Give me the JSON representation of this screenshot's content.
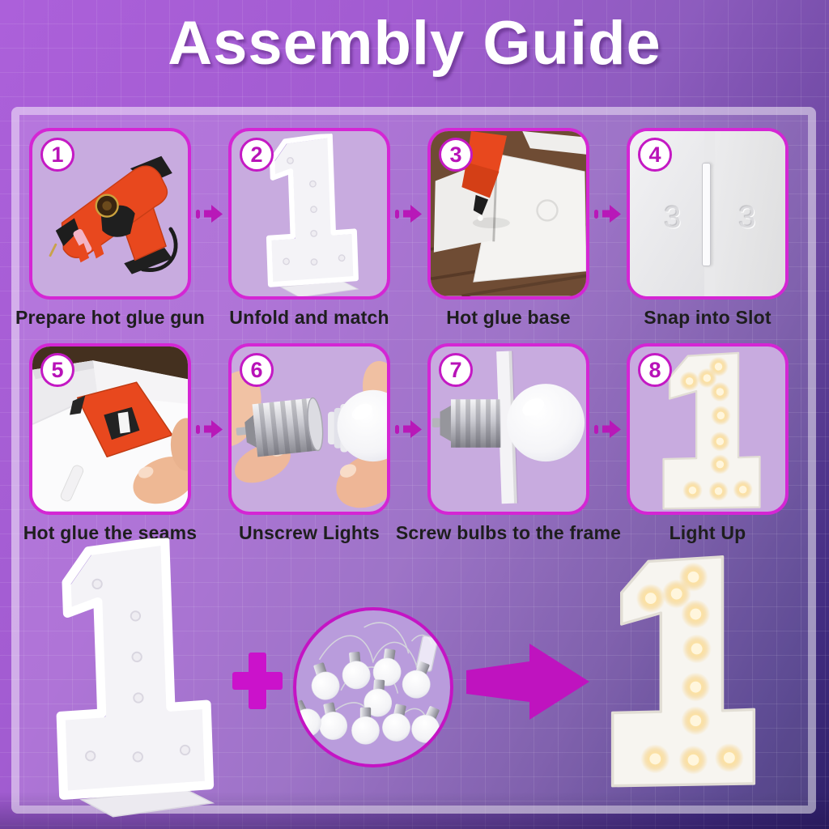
{
  "title": "Assembly Guide",
  "steps": [
    {
      "number": "1",
      "caption": "Prepare hot glue gun",
      "illustration": "hot-glue-gun"
    },
    {
      "number": "2",
      "caption": "Unfold and match",
      "illustration": "unfolded-number-frame"
    },
    {
      "number": "3",
      "caption": "Hot glue base",
      "illustration": "gluing-base-photo"
    },
    {
      "number": "4",
      "caption": "Snap into Slot",
      "illustration": "panel-slot",
      "slot_labels": [
        "3",
        "3"
      ]
    },
    {
      "number": "5",
      "caption": "Hot glue the seams",
      "illustration": "glue-seams-photo"
    },
    {
      "number": "6",
      "caption": "Unscrew Lights",
      "illustration": "unscrew-bulb"
    },
    {
      "number": "7",
      "caption": "Screw bulbs to the frame",
      "illustration": "screw-bulb-to-frame"
    },
    {
      "number": "8",
      "caption": "Light Up",
      "illustration": "lit-marquee-number"
    }
  ],
  "bottom": {
    "left_item": "unlit-number-frame",
    "plus_icon": "plus",
    "middle_item": "string-lights-circle",
    "result_arrow_icon": "arrow-right",
    "right_item": "lit-marquee-number"
  },
  "colors": {
    "accent_magenta": "#c414c4",
    "background_top": "#ac60da",
    "background_bottom": "#2e2068",
    "card_background": "#c8abdf",
    "card_border": "#d426d4",
    "caption_text": "#1e1e1e",
    "title_text": "#ffffff",
    "warm_light": "#fde3a4"
  }
}
